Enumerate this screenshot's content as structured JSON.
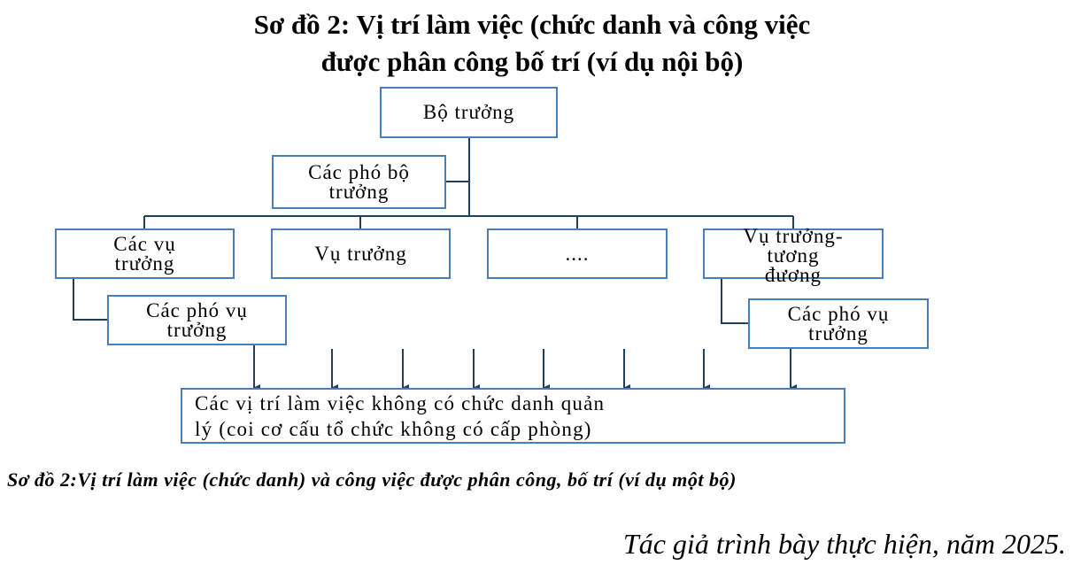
{
  "title": {
    "line1": "Sơ đồ 2: Vị trí làm việc (chức danh và công việc",
    "line2": "được phân công bố trí (ví dụ nội bộ)"
  },
  "nodes": {
    "minister": "Bộ trưởng",
    "deputy_ministers": [
      "Các phó bộ",
      "trưởng"
    ],
    "directors_group": [
      "Các vụ",
      "trưởng"
    ],
    "director": "Vụ trưởng",
    "ellipsis": "....",
    "director_equivalent": [
      "Vụ trưởng-",
      "tương",
      "đương"
    ],
    "deputy_directors_left": [
      "Các phó vụ",
      "trưởng"
    ],
    "deputy_directors_right": [
      "Các phó vụ",
      "trưởng"
    ],
    "non_management": [
      "Các vị trí làm việc không có chức danh quản",
      "lý (coi cơ cấu tổ chức không có cấp phòng)"
    ]
  },
  "caption": "Sơ đồ 2:Vị trí làm việc (chức danh) và công việc được phân công, bố trí (ví dụ một bộ)",
  "source": "Tác giả trình bày thực hiện, năm 2025.",
  "colors": {
    "box_border": "#4a7ebb",
    "connector": "#1f3f5f"
  }
}
